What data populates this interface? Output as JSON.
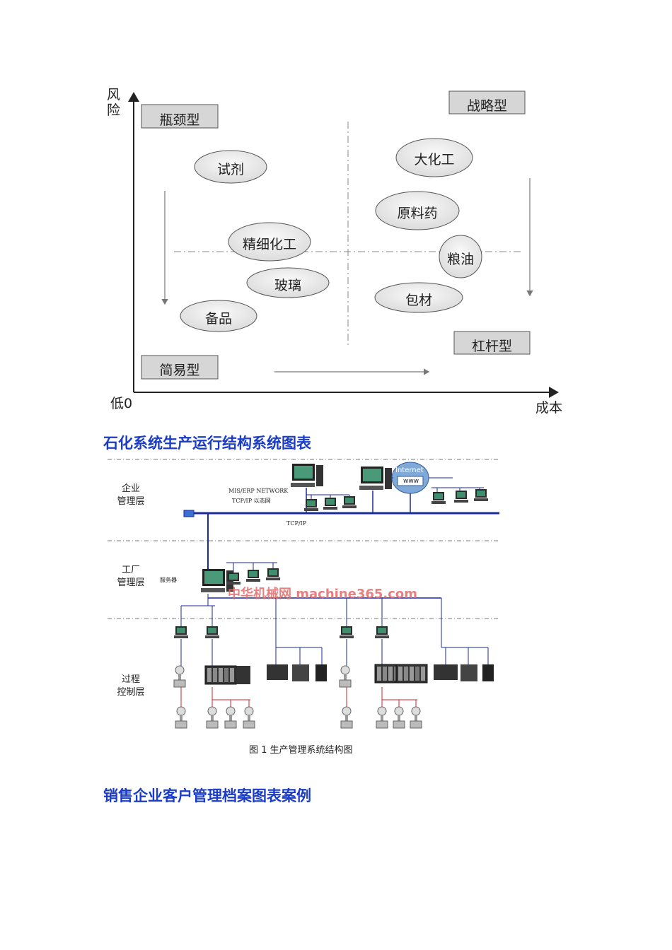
{
  "quadrant_chart": {
    "y_axis_label": "风险",
    "origin_label": "低0",
    "x_axis_label": "成本",
    "quadrants": {
      "top_left": "瓶颈型",
      "top_right": "战略型",
      "bottom_left": "简易型",
      "bottom_right": "杠杆型"
    },
    "items": [
      "试剂",
      "精细化工",
      "玻璃",
      "备品",
      "大化工",
      "原料药",
      "粮油",
      "包材"
    ]
  },
  "heading_1": "石化系统生产运行结构系统图表",
  "network_diagram": {
    "layers": [
      "企业\n管理层",
      "工厂\n管理层",
      "过程\n控制层"
    ],
    "network_label_1": "MIS/ERP NETWORK",
    "network_label_2": "TCP/IP 以态网",
    "bus_label": "TCP/IP",
    "server_label": "服务器",
    "internet_label": "Internet",
    "www_label": "www",
    "watermark": "中华机械网 machine365.com",
    "caption": "图 1  生产管理系统结构图"
  },
  "heading_2": "销售企业客户管理档案图表案例",
  "colors": {
    "heading": "#1a3cc8",
    "bus": "#1a2a9c",
    "watermark": "#e36a6a"
  }
}
